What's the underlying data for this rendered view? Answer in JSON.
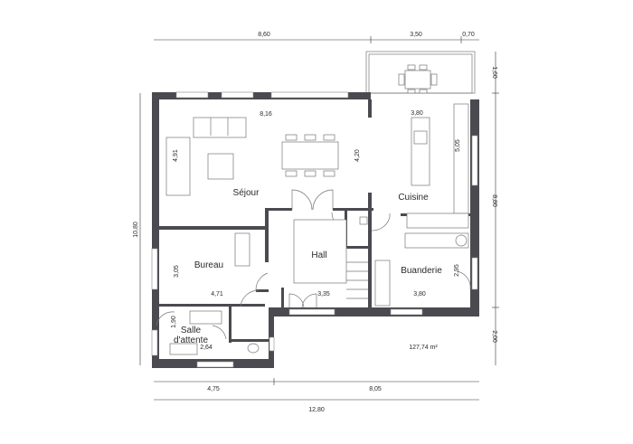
{
  "rooms": {
    "sejour": {
      "label": "Séjour",
      "width": "8,16",
      "depth": "4,91",
      "height_dim": "4,20"
    },
    "cuisine": {
      "label": "Cuisine",
      "width": "3,80",
      "depth": "5,05"
    },
    "hall": {
      "label": "Hall",
      "width": "3,35"
    },
    "bureau": {
      "label": "Bureau",
      "width": "4,71",
      "depth": "3,05"
    },
    "buanderie": {
      "label": "Buanderie",
      "width": "3,80",
      "depth": "2,95"
    },
    "salle_attente": {
      "label_line1": "Salle",
      "label_line2": "d'attente",
      "width": "2,64",
      "depth": "1,90"
    }
  },
  "area": "127,74 m²",
  "dimensions": {
    "top": [
      "8,60",
      "3,50",
      "0,70"
    ],
    "right": [
      "1,60",
      "8,80",
      "2,00"
    ],
    "left": "10,80",
    "bottom": [
      "4,75",
      "8,05"
    ],
    "total": "12,80"
  }
}
